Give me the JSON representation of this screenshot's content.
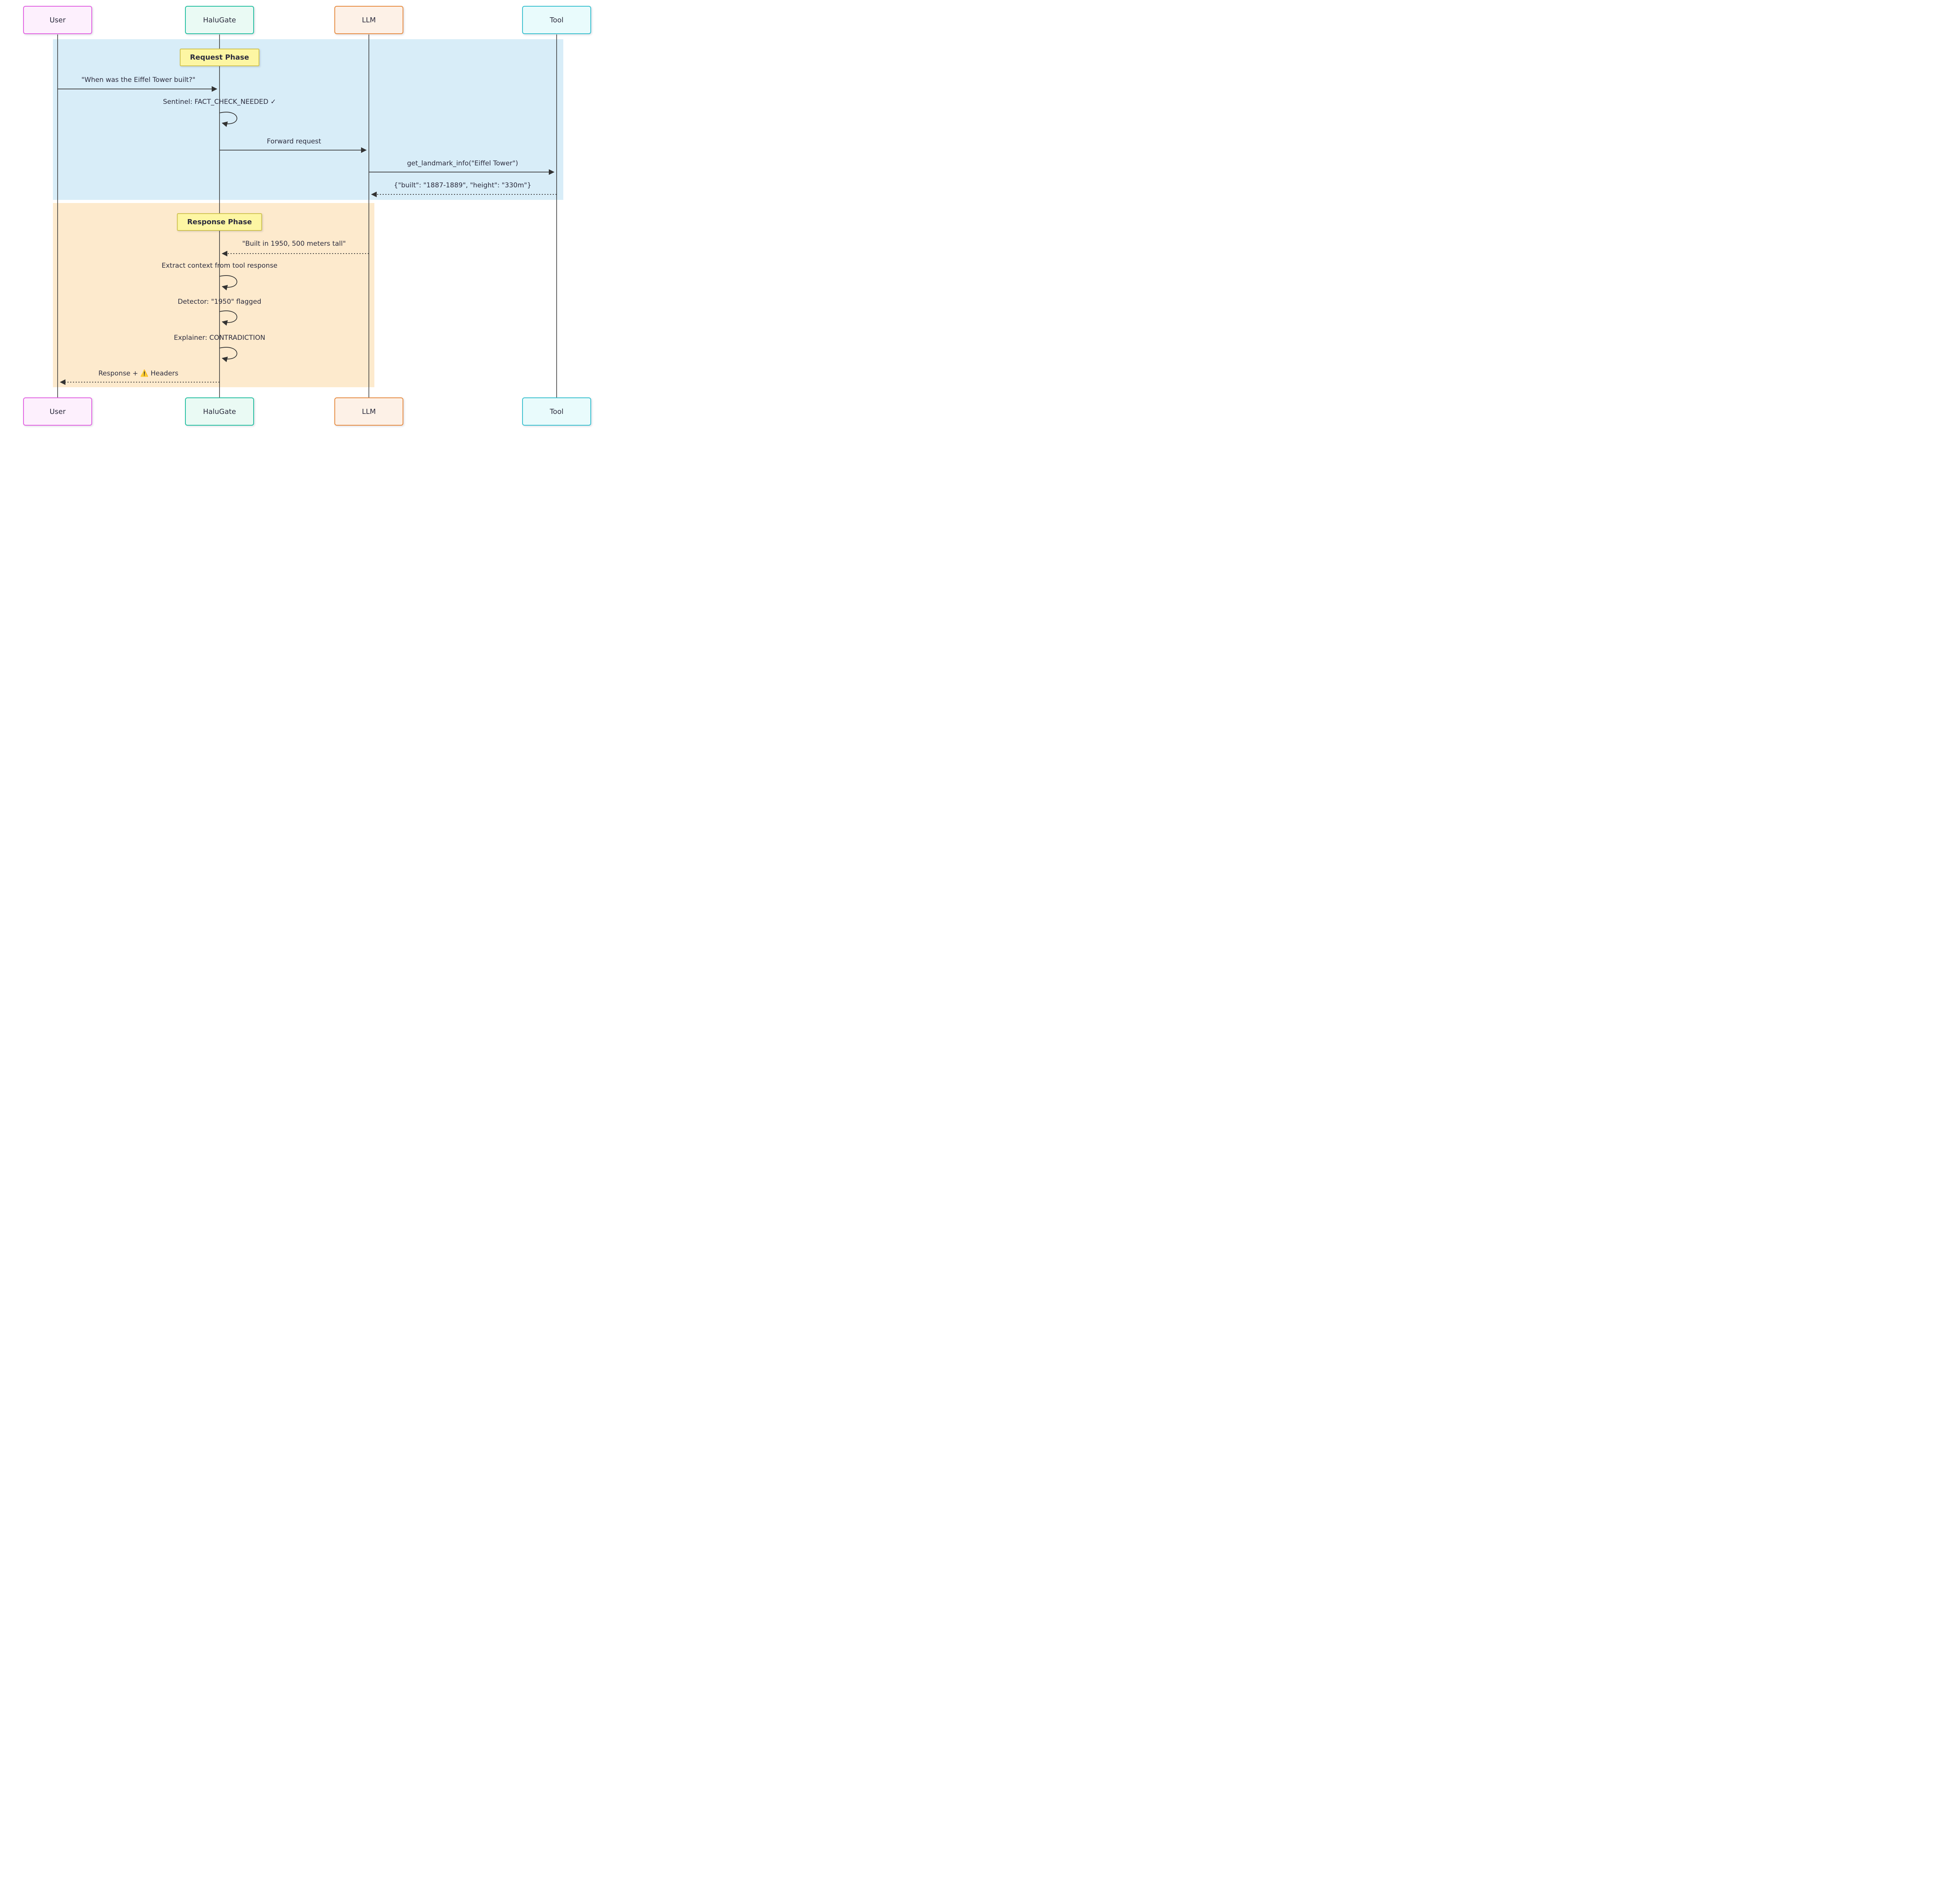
{
  "diagram": {
    "type": "sequence-diagram",
    "actors": [
      {
        "id": "user",
        "label": "User",
        "accent": "#e25fe2",
        "fill": "#fdf0fd"
      },
      {
        "id": "halugate",
        "label": "HaluGate",
        "accent": "#21bfa0",
        "fill": "#eafaf4"
      },
      {
        "id": "llm",
        "label": "LLM",
        "accent": "#e78a3e",
        "fill": "#fdf1e7"
      },
      {
        "id": "tool",
        "label": "Tool",
        "accent": "#35c0cf",
        "fill": "#e9fbfc"
      }
    ],
    "phases": [
      {
        "label": "Request Phase",
        "background": "#d8edf8",
        "label_fill": "#fdf6a3",
        "label_border": "#cfc24f"
      },
      {
        "label": "Response Phase",
        "background": "#fdeacd",
        "label_fill": "#fdf6a3",
        "label_border": "#cfc24f"
      }
    ],
    "messages": [
      {
        "text": "\"When was the Eiffel Tower built?\"",
        "from": "user",
        "to": "halugate",
        "style": "solid"
      },
      {
        "text": "Sentinel: FACT_CHECK_NEEDED ✓",
        "from": "halugate",
        "to": "halugate",
        "style": "self"
      },
      {
        "text": "Forward request",
        "from": "halugate",
        "to": "llm",
        "style": "solid"
      },
      {
        "text": "get_landmark_info(\"Eiffel Tower\")",
        "from": "llm",
        "to": "tool",
        "style": "solid"
      },
      {
        "text": "{\"built\": \"1887-1889\", \"height\": \"330m\"}",
        "from": "tool",
        "to": "llm",
        "style": "dashed"
      },
      {
        "text": "\"Built in 1950, 500 meters tall\"",
        "from": "llm",
        "to": "halugate",
        "style": "dashed"
      },
      {
        "text": "Extract context from tool response",
        "from": "halugate",
        "to": "halugate",
        "style": "self"
      },
      {
        "text": "Detector: \"1950\" flagged",
        "from": "halugate",
        "to": "halugate",
        "style": "self"
      },
      {
        "text": "Explainer: CONTRADICTION",
        "from": "halugate",
        "to": "halugate",
        "style": "self"
      },
      {
        "text": "Response + ⚠️ Headers",
        "from": "halugate",
        "to": "user",
        "style": "dashed"
      }
    ],
    "colors": {
      "line": "#333333",
      "text": "#2b2b3d",
      "canvas": "#ffffff"
    }
  }
}
